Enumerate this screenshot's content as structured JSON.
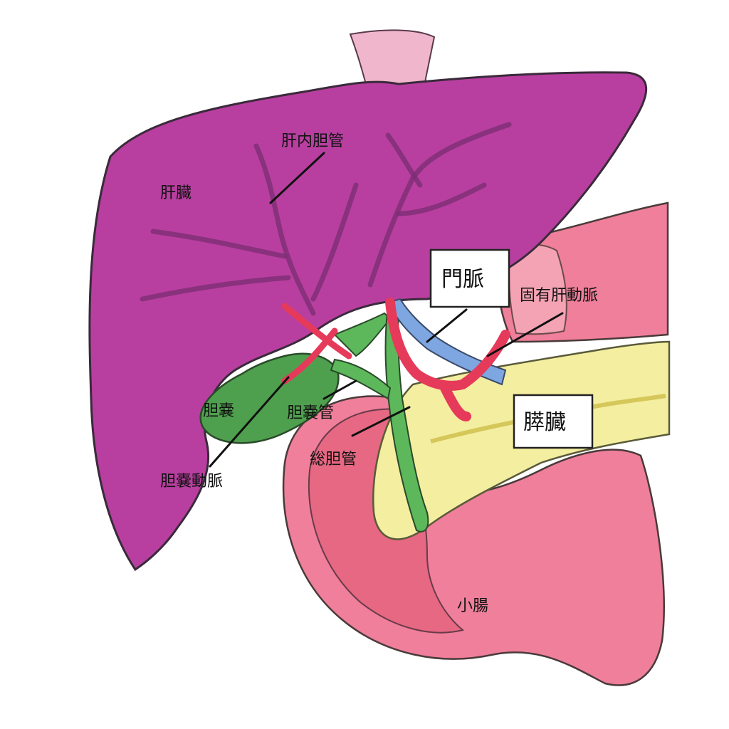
{
  "labels": {
    "liver": "肝臓",
    "intrahepatic_bile_duct": "肝内胆管",
    "portal_vein": "門脈",
    "proper_hepatic_artery": "固有肝動脈",
    "gallbladder": "胆嚢",
    "cystic_duct": "胆嚢管",
    "common_bile_duct": "総胆管",
    "cystic_artery": "胆嚢動脈",
    "pancreas": "膵臓",
    "small_intestine": "小腸"
  }
}
